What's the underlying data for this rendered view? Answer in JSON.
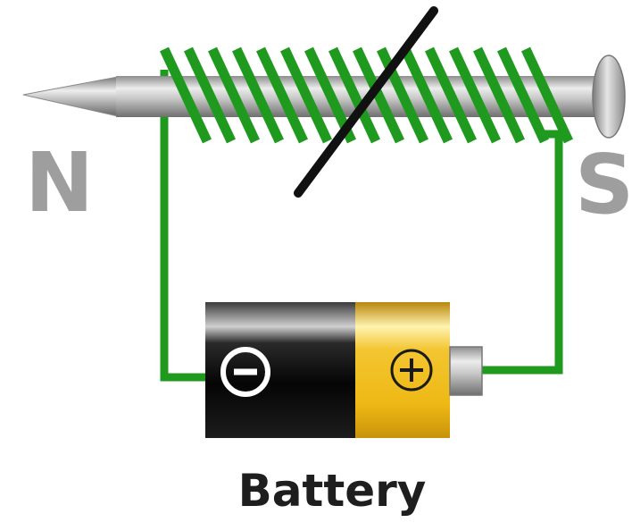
{
  "labels": {
    "north_pole": "N",
    "south_pole": "S",
    "battery": "Battery"
  },
  "terminals": {
    "negative_symbol": "negative-sign-icon",
    "positive_symbol": "positive-sign-icon"
  },
  "colors": {
    "wire": "#1f9a1f",
    "pole_label": "#9e9e9e",
    "battery_label": "#1e1e1e",
    "nail": "#b8b8b8",
    "battery_black": "#111111",
    "battery_gold": "#f1c232",
    "switch_bar": "#111111"
  }
}
